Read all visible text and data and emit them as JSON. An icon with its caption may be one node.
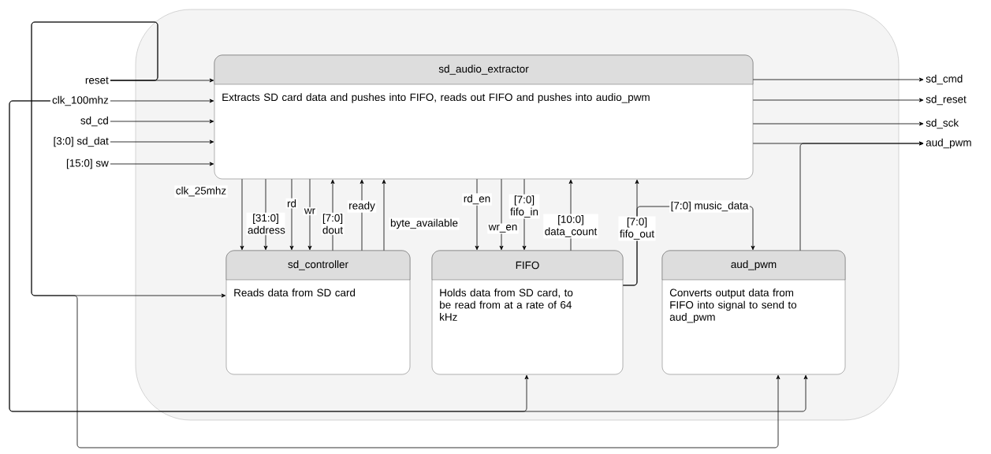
{
  "diagram": {
    "nodes": [
      {
        "text": [],
        "shape": "box"
      },
      {
        "text": [
          "sd_audio_extractor",
          "Extracts SD card data and pushes into FIFO, reads out FIFO and pushes into audio_pwm"
        ],
        "in": 0
      },
      {
        "text": [
          "sd_controller",
          "Reads data from SD card"
        ],
        "in": 0
      },
      {
        "text": [
          "FIFO",
          "Holds data from SD card, to be read from at a rate of 64 kHz"
        ],
        "in": 0
      },
      {
        "text": [
          "aud_pwm",
          "Converts output data from FIFO into signal to send to aud_pwm"
        ],
        "in": 0
      },
      {
        "text": [
          "reset"
        ]
      },
      {
        "text": [
          "clk_100mhz"
        ]
      },
      {
        "text": [
          "sd_cd"
        ]
      },
      {
        "text": [
          "[3:0] sd_dat"
        ]
      },
      {
        "text": [
          "[15:0] sw"
        ]
      },
      {
        "text": [
          "sd_cmd"
        ]
      },
      {
        "text": [
          "sd_reset"
        ]
      },
      {
        "text": [
          "sd_sck"
        ]
      },
      {
        "text": [
          "aud_pwm"
        ]
      }
    ],
    "edges": [
      {
        "from": 5,
        "to": 1,
        "arrow": "to"
      },
      {
        "from": 6,
        "to": 1,
        "arrow": "to"
      },
      {
        "from": 7,
        "to": 1,
        "arrow": "to"
      },
      {
        "from": 8,
        "to": 1,
        "arrow": "to"
      },
      {
        "from": 9,
        "to": 1,
        "arrow": "to"
      },
      {
        "from": 1,
        "to": 10,
        "arrow": "to"
      },
      {
        "from": 1,
        "to": 11,
        "arrow": "to"
      },
      {
        "from": 1,
        "to": 12,
        "arrow": "to"
      },
      {
        "from": 1,
        "to": 13,
        "arrow": "to"
      },
      {
        "from": 1,
        "to": 2,
        "arrow": "to",
        "label": "clk_25mhz"
      },
      {
        "from": 1,
        "to": 2,
        "arrow": "to",
        "label": "[31:0] address"
      },
      {
        "from": 1,
        "to": 2,
        "arrow": "to",
        "label": "rd"
      },
      {
        "from": 1,
        "to": 2,
        "arrow": "to",
        "label": "wr"
      },
      {
        "from": 2,
        "to": 1,
        "arrow": "to",
        "label": "[7:0] dout"
      },
      {
        "from": 2,
        "to": 1,
        "arrow": "to",
        "label": "ready"
      },
      {
        "from": 2,
        "to": 1,
        "arrow": "to",
        "label": "byte_available"
      },
      {
        "from": 1,
        "to": 3,
        "arrow": "to",
        "label": "rd_en"
      },
      {
        "from": 1,
        "to": 3,
        "arrow": "to",
        "label": "wr_en"
      },
      {
        "from": 1,
        "to": 3,
        "arrow": "to",
        "label": "[7:0] fifo_in"
      },
      {
        "from": 3,
        "to": 1,
        "arrow": "to",
        "label": "[10:0] data_count"
      },
      {
        "from": 3,
        "to": 1,
        "arrow": "to",
        "label": "[7:0] fifo_out"
      },
      {
        "from": 3,
        "to": 4,
        "arrow": "to",
        "label": "[7:0] music_data"
      },
      {
        "from": 4,
        "to": 13,
        "arrow": "to"
      },
      {
        "from": 5,
        "to": 2,
        "arrow": "to"
      },
      {
        "from": 5,
        "to": 4,
        "arrow": "to"
      },
      {
        "from": 6,
        "to": 3,
        "arrow": "to"
      },
      {
        "from": 6,
        "to": 4,
        "arrow": "to"
      }
    ]
  }
}
